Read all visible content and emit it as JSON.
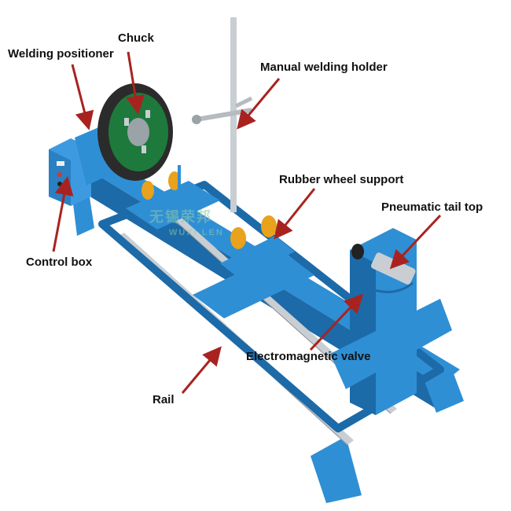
{
  "diagram": {
    "labels": {
      "chuck": "Chuck",
      "welding_positioner": "Welding positioner",
      "manual_welding_holder": "Manual welding holder",
      "rubber_wheel_support": "Rubber wheel support",
      "pneumatic_tail_top": "Pneumatic tail top",
      "control_box": "Control box",
      "electromagnetic_valve": "Electromagnetic valve",
      "rail": "Rail"
    },
    "watermark": {
      "brand_cn": "无锡荣邦",
      "brand_en": "WUXI LEN"
    },
    "colors": {
      "frame_blue": "#2f8fd4",
      "frame_dark": "#1c6aa8",
      "chuck_green": "#1d7a3c",
      "wheel_orange": "#e8a21c",
      "rail_silver": "#c9ced3",
      "arrow_red": "#a8231f"
    }
  }
}
